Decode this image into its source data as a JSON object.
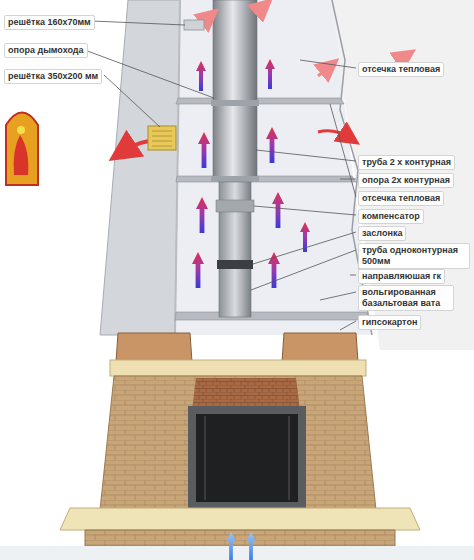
{
  "diagram": {
    "labels": [
      "решётка 160х70мм",
      "опора дымохода",
      "решётка 350х200 мм",
      "отсечка тепловая",
      "труба 2 х контурная",
      "опора 2х контурная",
      "отсечка тепловая",
      "компенсатор",
      "заслонка",
      "труба одноконтурная 500мм",
      "направляюшая гк",
      "вольгированная базальтовая вата",
      "гипсокартон"
    ]
  }
}
